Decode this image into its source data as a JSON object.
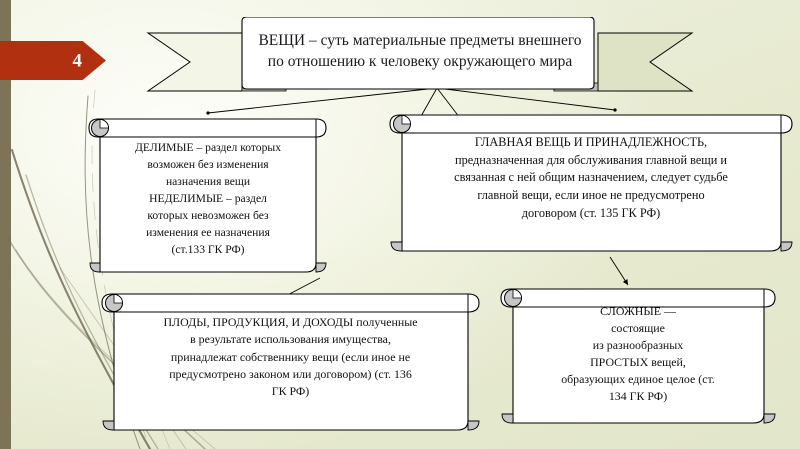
{
  "slide": {
    "number_badge": "4",
    "accent_color": "#b0300f",
    "background_color": "#e5e8d2",
    "stripe_color": "#7d7356"
  },
  "title_banner": {
    "name": "veshchi-definition-banner",
    "lines": [
      "ВЕЩИ – суть материальные предметы внешнего",
      "по отношению к человеку окружающего мира"
    ]
  },
  "boxes": {
    "delimye": {
      "lines": [
        "ДЕЛИМЫЕ – раздел которых",
        "возможен без изменения",
        "назначения вещи",
        "НЕДЕЛИМЫЕ – раздел",
        "которых невозможен без",
        "изменения ее назначения",
        "(ст.133 ГК РФ)"
      ]
    },
    "glavnaya": {
      "lines": [
        "ГЛАВНАЯ ВЕЩЬ И ПРИНАДЛЕЖНОСТЬ,",
        "предназначенная для обслуживания главной вещи и",
        "связанная с ней общим назначением, следует судьбе",
        "главной вещи, если иное не предусмотрено",
        "договором (ст. 135 ГК РФ)"
      ]
    },
    "plody": {
      "lines": [
        "ПЛОДЫ, ПРОДУКЦИЯ, И ДОХОДЫ полученные",
        "в результате использования имущества,",
        "принадлежат собственнику вещи (если иное не",
        "предусмотрено законом или договором) (ст. 136",
        "ГК РФ)"
      ]
    },
    "slozhnye": {
      "lines": [
        "СЛОЖНЫЕ —",
        "состоящие",
        "из разнообразных",
        "ПРОСТЫХ вещей,",
        "образующих единое целое (ст.",
        "134 ГК РФ)"
      ]
    }
  }
}
